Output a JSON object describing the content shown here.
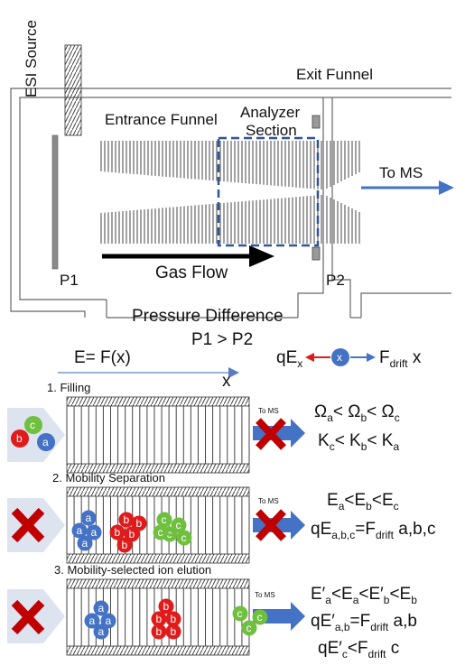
{
  "top_labels": {
    "esi_source": "ESI Source",
    "exit_funnel": "Exit Funnel",
    "entrance_funnel": "Entrance Funnel",
    "analyzer_line1": "Analyzer",
    "analyzer_line2": "Section",
    "to_ms": "To MS",
    "gas_flow": "Gas Flow",
    "p1": "P1",
    "p2": "P2",
    "pressure_difference": "Pressure Difference",
    "pressure_relation": "P1 > P2"
  },
  "field": {
    "equation": "E= F(x)",
    "axis_var": "x",
    "qE_main": "qE",
    "qE_sub": "x",
    "ion_label": "x",
    "F_main": "F",
    "F_sub": "drift",
    "F_tail": " x"
  },
  "steps": {
    "s1_title": "1. Filling",
    "s2_title": "2. Mobility Separation",
    "s3_title": "3. Mobility-selected ion elution",
    "to_ms_small": "To MS"
  },
  "ions": {
    "a": "a",
    "b": "b",
    "c": "c"
  },
  "eq1": {
    "O1": "Ω",
    "s1": "a",
    "O2": "< Ω",
    "s2": "b",
    "O3": "< Ω",
    "s3": "c",
    "K1": "K",
    "k1": "c",
    "K2": "< K",
    "k2": "b",
    "K3": "< K",
    "k3": "a"
  },
  "eq2": {
    "E1": "E",
    "e1": "a",
    "E2": "<E",
    "e2": "b",
    "E3": "<E",
    "e3": "c",
    "q": "qE",
    "qs": "a,b,c",
    "eqF": "=F",
    "fs": "drift",
    "tail": " a,b,c"
  },
  "eq3": {
    "l1a": "E′",
    "l1as": "a",
    "l1b": "<E",
    "l1bs": "a",
    "l1c": "<E′",
    "l1cs": "b",
    "l1d": "<E",
    "l1ds": "b",
    "l2a": "qE′",
    "l2as": "a,b",
    "l2b": "=F",
    "l2bs": "drift",
    "l2c": " a,b",
    "l3a": "qE′",
    "l3as": "c",
    "l3b": "<F",
    "l3bs": "drift",
    "l3c": " c"
  },
  "colors": {
    "analyzer_border": "#2f5597",
    "arrow_blue": "#4472c4",
    "ion_a": "#4472c4",
    "ion_b": "#e01b1b",
    "ion_c": "#70c040",
    "cross_red": "#c00000",
    "light_arrow": "#dde4f0"
  }
}
